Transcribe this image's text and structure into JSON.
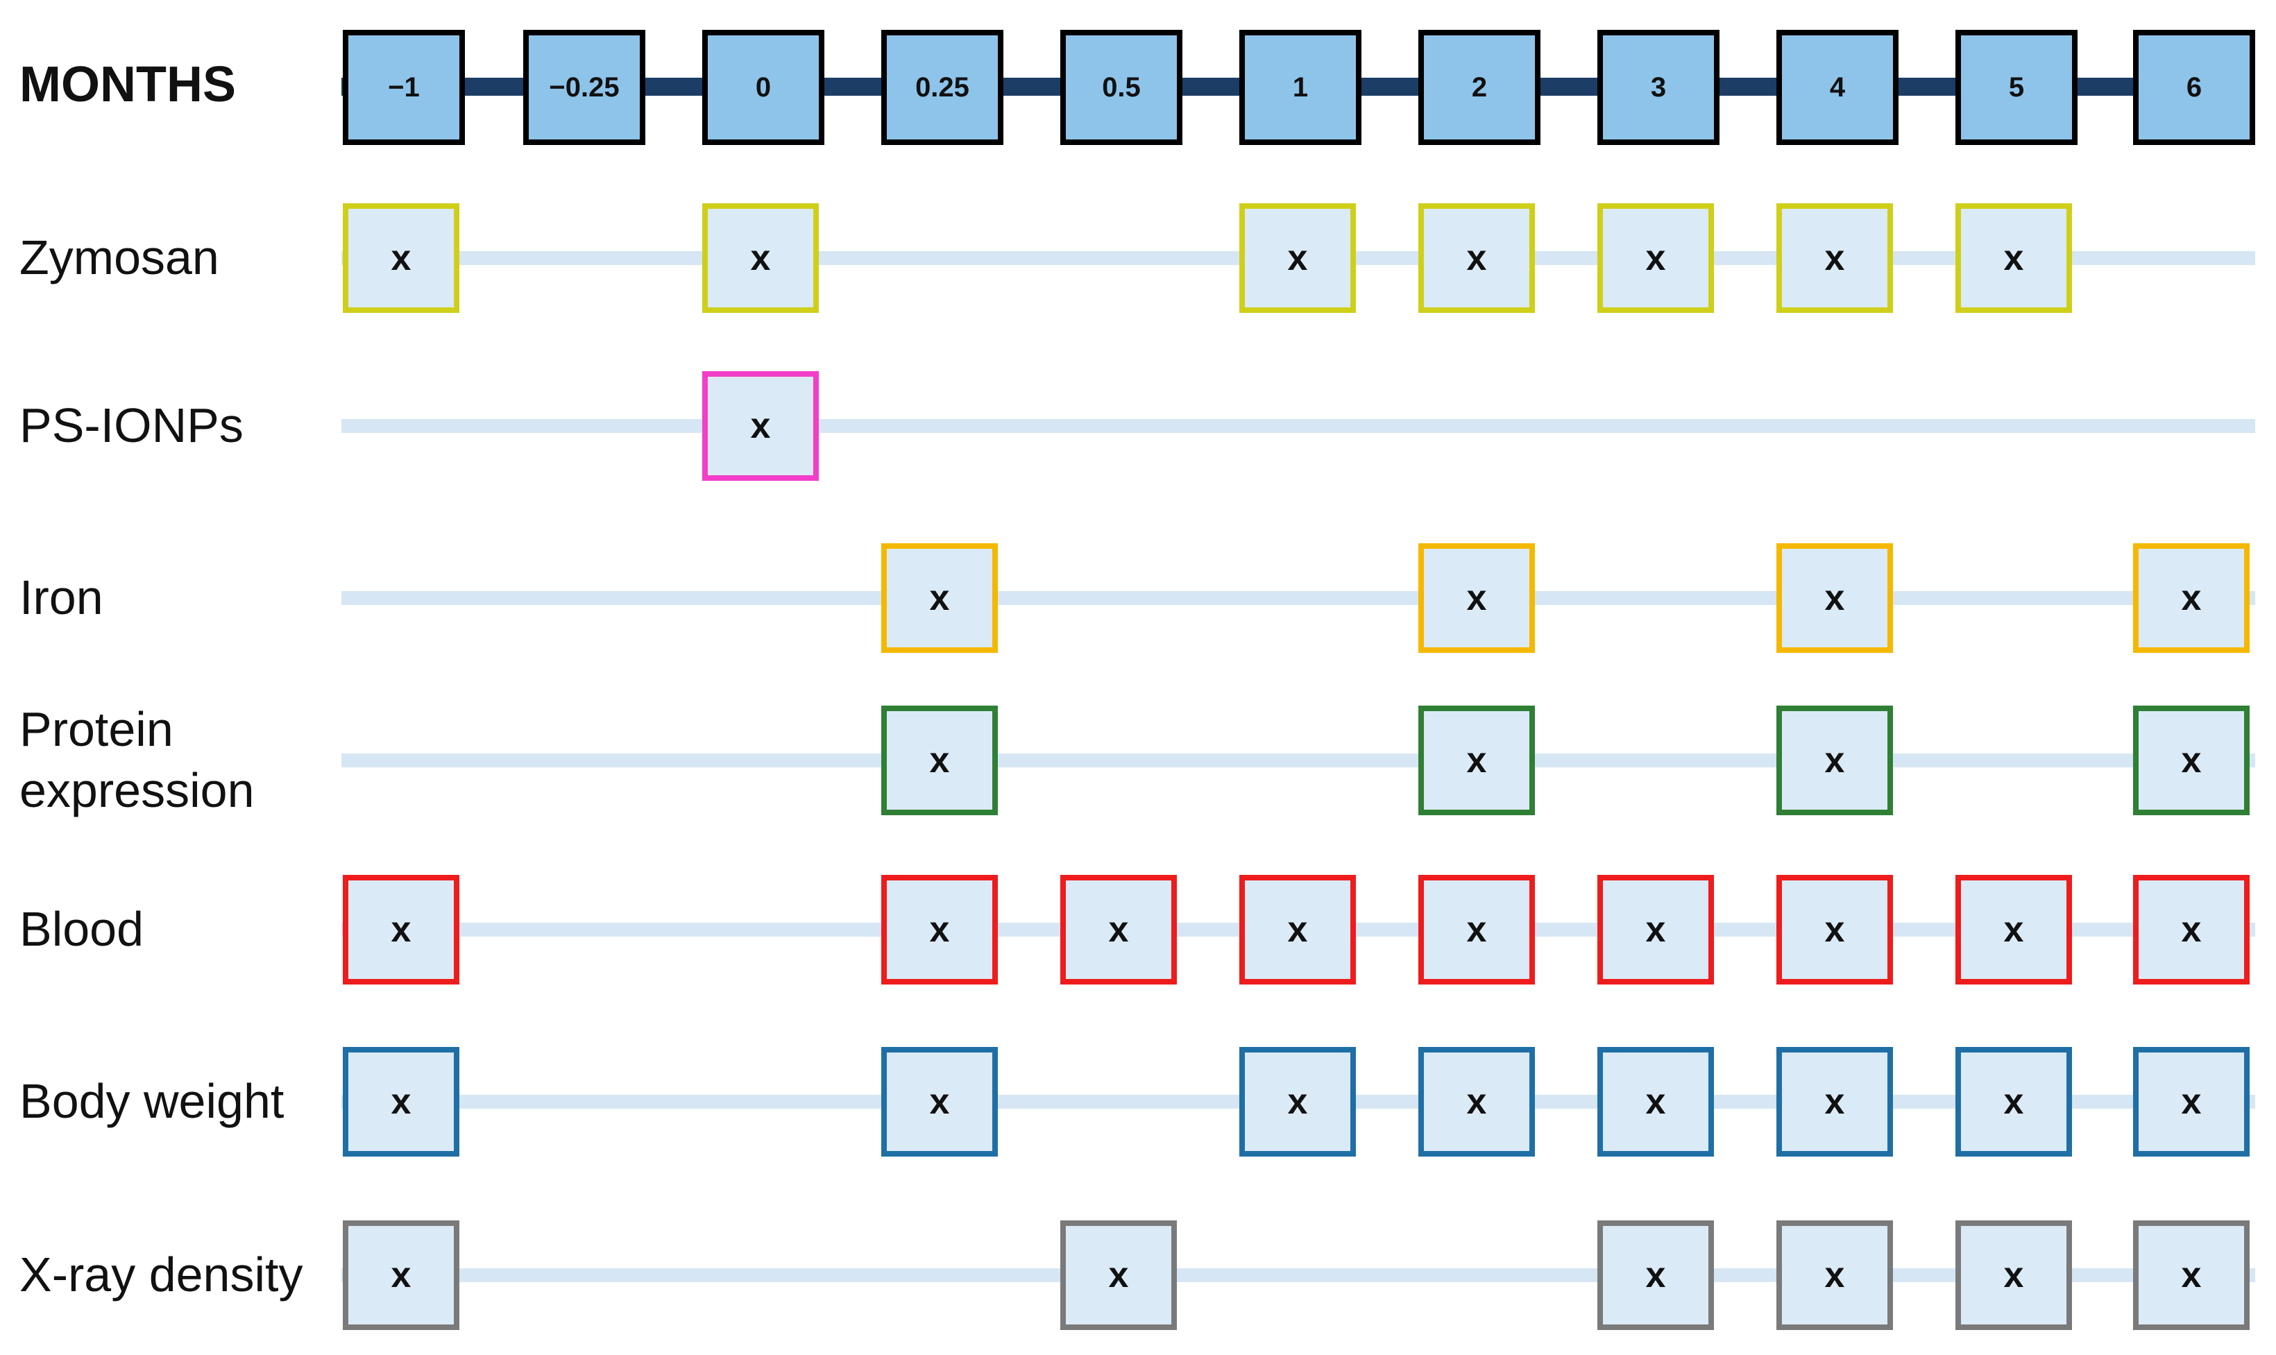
{
  "months_label": "MONTHS",
  "months": [
    "-1",
    "-0.25",
    "0",
    "0.25",
    "0.5",
    "1",
    "2",
    "3",
    "4",
    "5",
    "6"
  ],
  "mark_symbol": "x",
  "rows": [
    {
      "label": "Zymosan",
      "color": "#cfcf1a",
      "marks": [
        0,
        2,
        5,
        6,
        7,
        8,
        9
      ]
    },
    {
      "label": "PS-IONPs",
      "color": "#f23ec8",
      "marks": [
        2
      ]
    },
    {
      "label": "Iron",
      "color": "#f5b800",
      "marks": [
        3,
        6,
        8,
        10
      ]
    },
    {
      "label": "Protein\nexpression",
      "color": "#2f7f35",
      "marks": [
        3,
        6,
        8,
        10
      ]
    },
    {
      "label": "Blood",
      "color": "#ee1c1c",
      "marks": [
        0,
        3,
        4,
        5,
        6,
        7,
        8,
        9,
        10
      ]
    },
    {
      "label": "Body weight",
      "color": "#1f6fa6",
      "marks": [
        0,
        3,
        5,
        6,
        7,
        8,
        9,
        10
      ]
    },
    {
      "label": "X-ray density",
      "color": "#7a7a7a",
      "marks": [
        0,
        4,
        7,
        8,
        9,
        10
      ]
    }
  ],
  "colors": {
    "header_box": "#8ec4ea",
    "header_line": "#1c3d66",
    "row_line": "#d6e6f4",
    "mark_fill": "#dbeaf7"
  }
}
